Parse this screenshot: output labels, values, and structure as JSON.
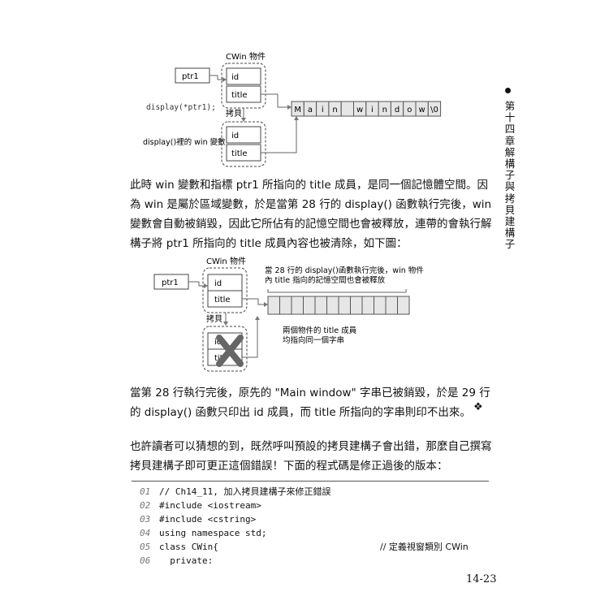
{
  "side_tab": {
    "text": "第十四章 解構子與拷貝建構子"
  },
  "diagram1": {
    "ptr_label": "ptr1",
    "object_caption": "CWin 物件",
    "field_id": "id",
    "field_title": "title",
    "display_call": "display(*ptr1);",
    "copy_caption": "拷貝",
    "win_caption": "display()裡的 win 變數",
    "cells": [
      "M",
      "a",
      "i",
      "n",
      "",
      "w",
      "i",
      "n",
      "d",
      "o",
      "w",
      "\\0"
    ]
  },
  "paragraph1": "此時 win 變數和指標 ptr1 所指向的 title 成員，是同一個記憶體空間。因為 win 是屬於區域變數，於是當第 28 行的 display() 函數執行完後，win 變數會自動被銷毀，因此它所佔有的記憶空間也會被釋放，連帶的會執行解構子將 ptr1 所指向的 title 成員內容也被清除，如下圖：",
  "diagram2": {
    "object_caption": "CWin 物件",
    "ptr_label": "ptr1",
    "field_id": "id",
    "field_title": "title",
    "note_line1": "當 28 行的 display()函數執行完後，win 物件",
    "note_line2": "內 title 指向的記憶空間也會被釋放",
    "copy_caption": "拷貝",
    "copy_id": "id",
    "copy_title": "titl",
    "note2_line1": "兩個物件的 title 成員",
    "note2_line2": "均指向同一個字串"
  },
  "paragraph2": "當第 28 行執行完後，原先的 \"Main window\" 字串已被銷毀，於是 29 行的 display() 函數只印出 id 成員，而 title 所指向的字串則印不出來。",
  "end_symbol": "❖",
  "paragraph3": "也許讀者可以猜想的到，既然呼叫預設的拷貝建構子會出錯，那麼自己撰寫拷貝建構子即可更正這個錯誤！下面的程式碼是修正過後的版本：",
  "code": [
    {
      "num": "01",
      "text": "// Ch14_11, 加入拷貝建構子來修正錯誤",
      "comment": ""
    },
    {
      "num": "02",
      "text": "#include <iostream>",
      "comment": ""
    },
    {
      "num": "03",
      "text": "#include <cstring>",
      "comment": ""
    },
    {
      "num": "04",
      "text": "using namespace std;",
      "comment": ""
    },
    {
      "num": "05",
      "text": "class CWin{",
      "comment": "// 定義視窗類別 CWin"
    },
    {
      "num": "06",
      "text": "  private:",
      "comment": ""
    }
  ],
  "page_number": "14-23"
}
